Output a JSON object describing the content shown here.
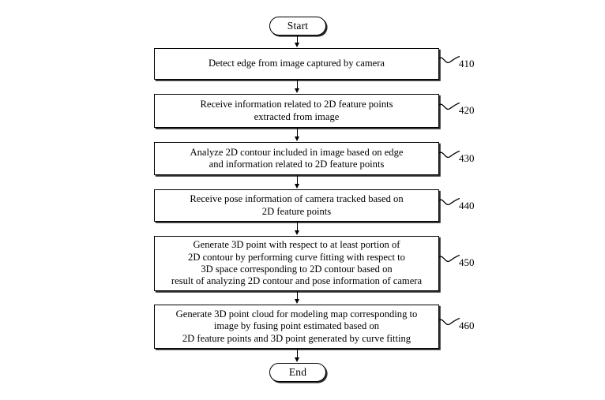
{
  "figure": {
    "type": "patent-flowchart",
    "background_color": "#ffffff",
    "line_color": "#000000"
  },
  "nodes": {
    "start": {
      "label": "Start",
      "shape": "terminator"
    },
    "end": {
      "label": "End",
      "shape": "terminator"
    }
  },
  "steps": [
    {
      "ref": "410",
      "text": "Detect edge from image captured by camera",
      "lines": 1
    },
    {
      "ref": "420",
      "text": "Receive information related to 2D feature points\nextracted from image",
      "lines": 2
    },
    {
      "ref": "430",
      "text": "Analyze 2D contour included in image based on edge\nand information related to 2D feature points",
      "lines": 2
    },
    {
      "ref": "440",
      "text": "Receive pose information of camera tracked based on\n2D feature points",
      "lines": 2
    },
    {
      "ref": "450",
      "text": "Generate 3D point with respect to at least portion of\n2D contour by performing curve fitting with respect to\n3D space corresponding to 2D contour based on\nresult of analyzing 2D contour and pose information of camera",
      "lines": 4
    },
    {
      "ref": "460",
      "text": "Generate 3D point cloud for modeling map corresponding to\nimage by fusing point estimated based on\n2D feature points and 3D point generated by curve fitting",
      "lines": 3
    }
  ]
}
